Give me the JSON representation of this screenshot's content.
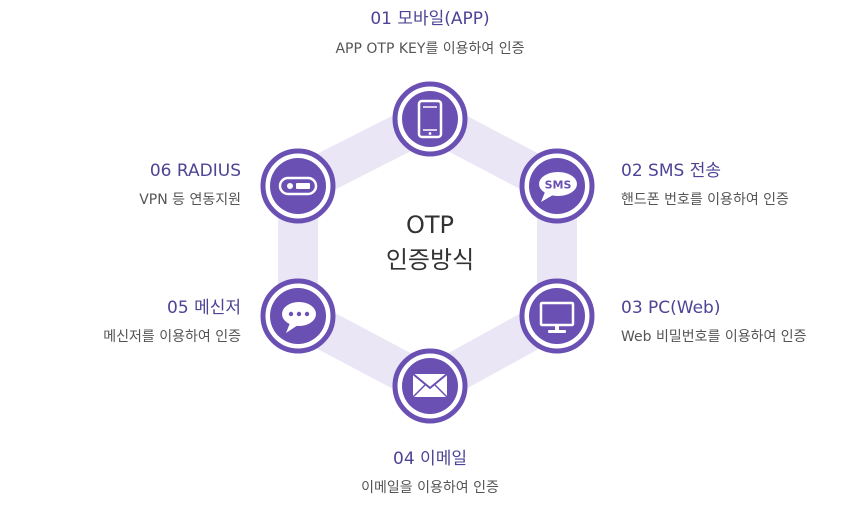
{
  "center": {
    "line1": "OTP",
    "line2": "인증방식"
  },
  "methods": [
    {
      "title": "01 모바일(APP)",
      "desc": "APP OTP KEY를 이용하여 인증",
      "icon": "smartphone-icon"
    },
    {
      "title": "02 SMS 전송",
      "desc": "핸드폰 번호를 이용하여 인증",
      "icon": "sms-bubble-icon",
      "icon_text": "SMS"
    },
    {
      "title": "03 PC(Web)",
      "desc": "Web 비밀번호를 이용하여 인증",
      "icon": "monitor-icon"
    },
    {
      "title": "04 이메일",
      "desc": "이메일을 이용하여 인증",
      "icon": "envelope-icon"
    },
    {
      "title": "05 메신저",
      "desc": "메신저를 이용하여 인증",
      "icon": "chat-bubble-icon"
    },
    {
      "title": "06 RADIUS",
      "desc": "VPN 등 연동지원",
      "icon": "radius-device-icon"
    }
  ],
  "colors": {
    "accent": "#6a50b3",
    "hexagon_band": "#ebe6f6",
    "title_text": "#4e4496",
    "desc_text": "#555555"
  }
}
